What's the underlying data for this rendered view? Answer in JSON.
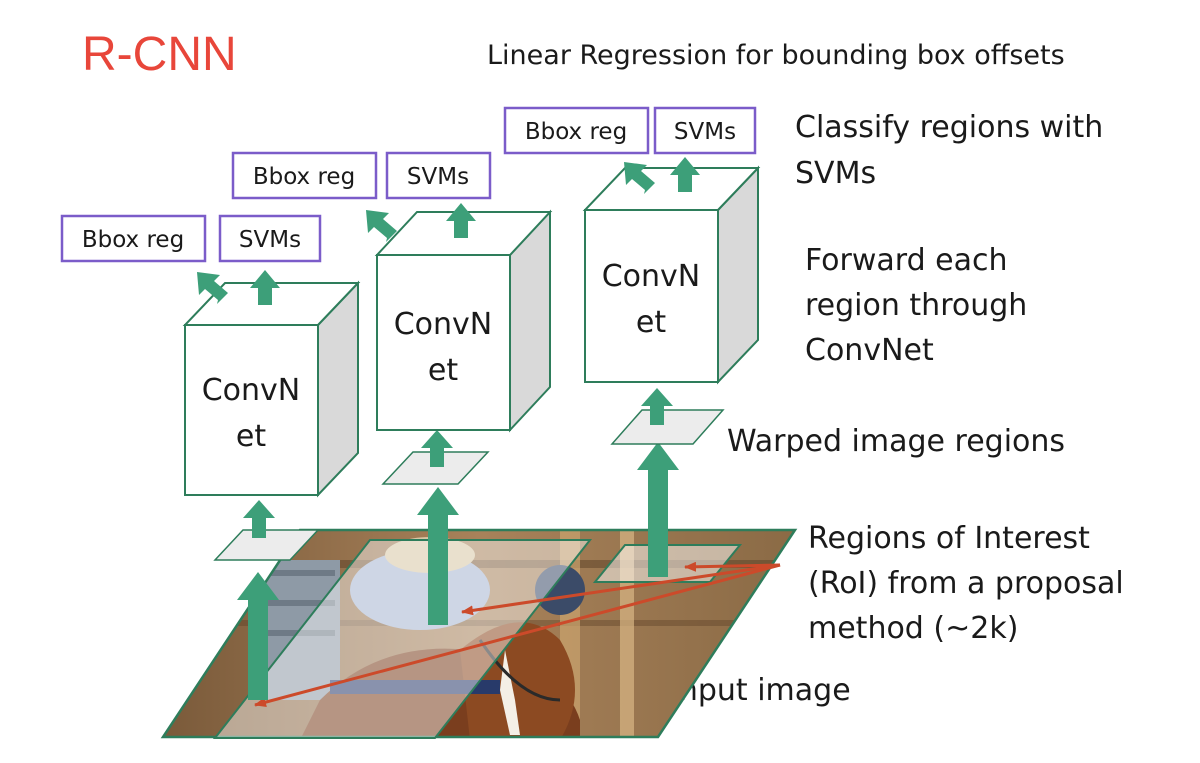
{
  "title": "R-CNN",
  "annotations": {
    "linear_regression": "Linear Regression for bounding box offsets",
    "classify_line1": "Classify regions with",
    "classify_line2": "SVMs",
    "forward_line1": "Forward each",
    "forward_line2": "region through",
    "forward_line3": "ConvNet",
    "warped": "Warped image regions",
    "roi_line1": "Regions of Interest",
    "roi_line2": "(RoI) from a proposal",
    "roi_line3": "method (~2k)",
    "input": "Input image"
  },
  "branches": [
    {
      "bbox_label": "Bbox reg",
      "svm_label": "SVMs",
      "convnet_line1": "ConvN",
      "convnet_line2": "et"
    },
    {
      "bbox_label": "Bbox reg",
      "svm_label": "SVMs",
      "convnet_line1": "ConvN",
      "convnet_line2": "et"
    },
    {
      "bbox_label": "Bbox reg",
      "svm_label": "SVMs",
      "convnet_line1": "ConvN",
      "convnet_line2": "et"
    }
  ],
  "colors": {
    "title": "#e8463a",
    "arrow": "#3d9f79",
    "label_border": "#7b5cc9",
    "roi_arrow": "#cc4a2a",
    "box_side": "#d9d9d9",
    "box_edge": "#2e7d5b"
  }
}
